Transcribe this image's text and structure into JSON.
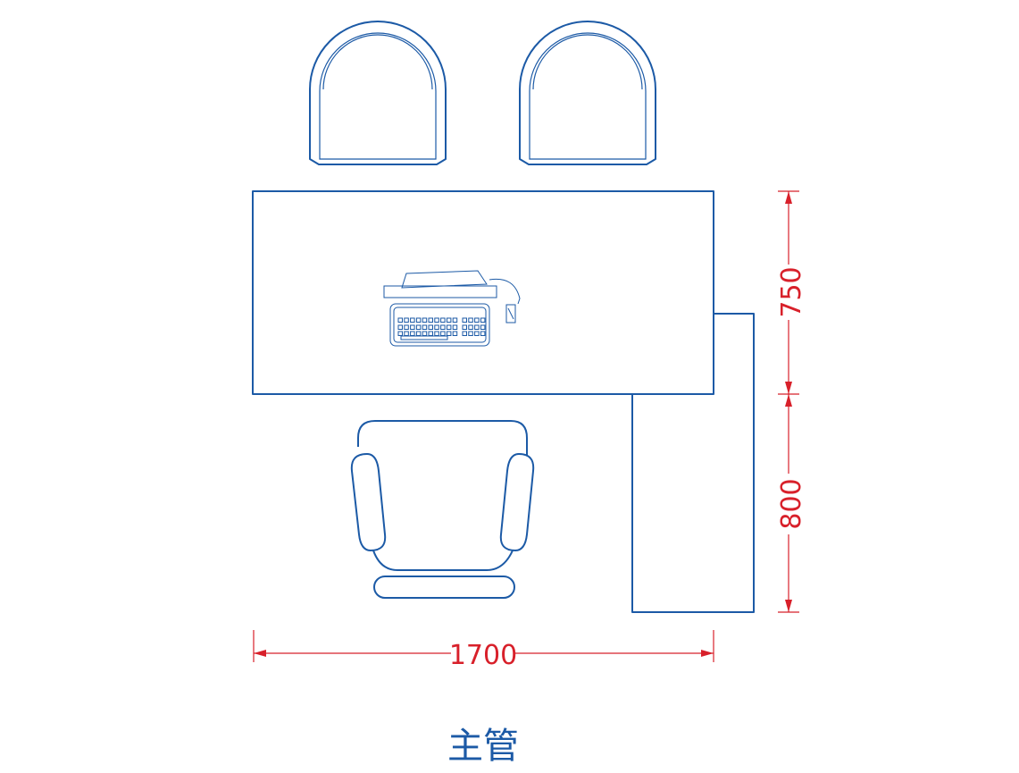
{
  "dimensions": {
    "width_label": "1700",
    "upper_depth_label": "750",
    "lower_depth_label": "800"
  },
  "caption": "主管",
  "colors": {
    "furniture": "#1c5aa6",
    "dimension": "#d8202a",
    "background": "#ffffff"
  }
}
